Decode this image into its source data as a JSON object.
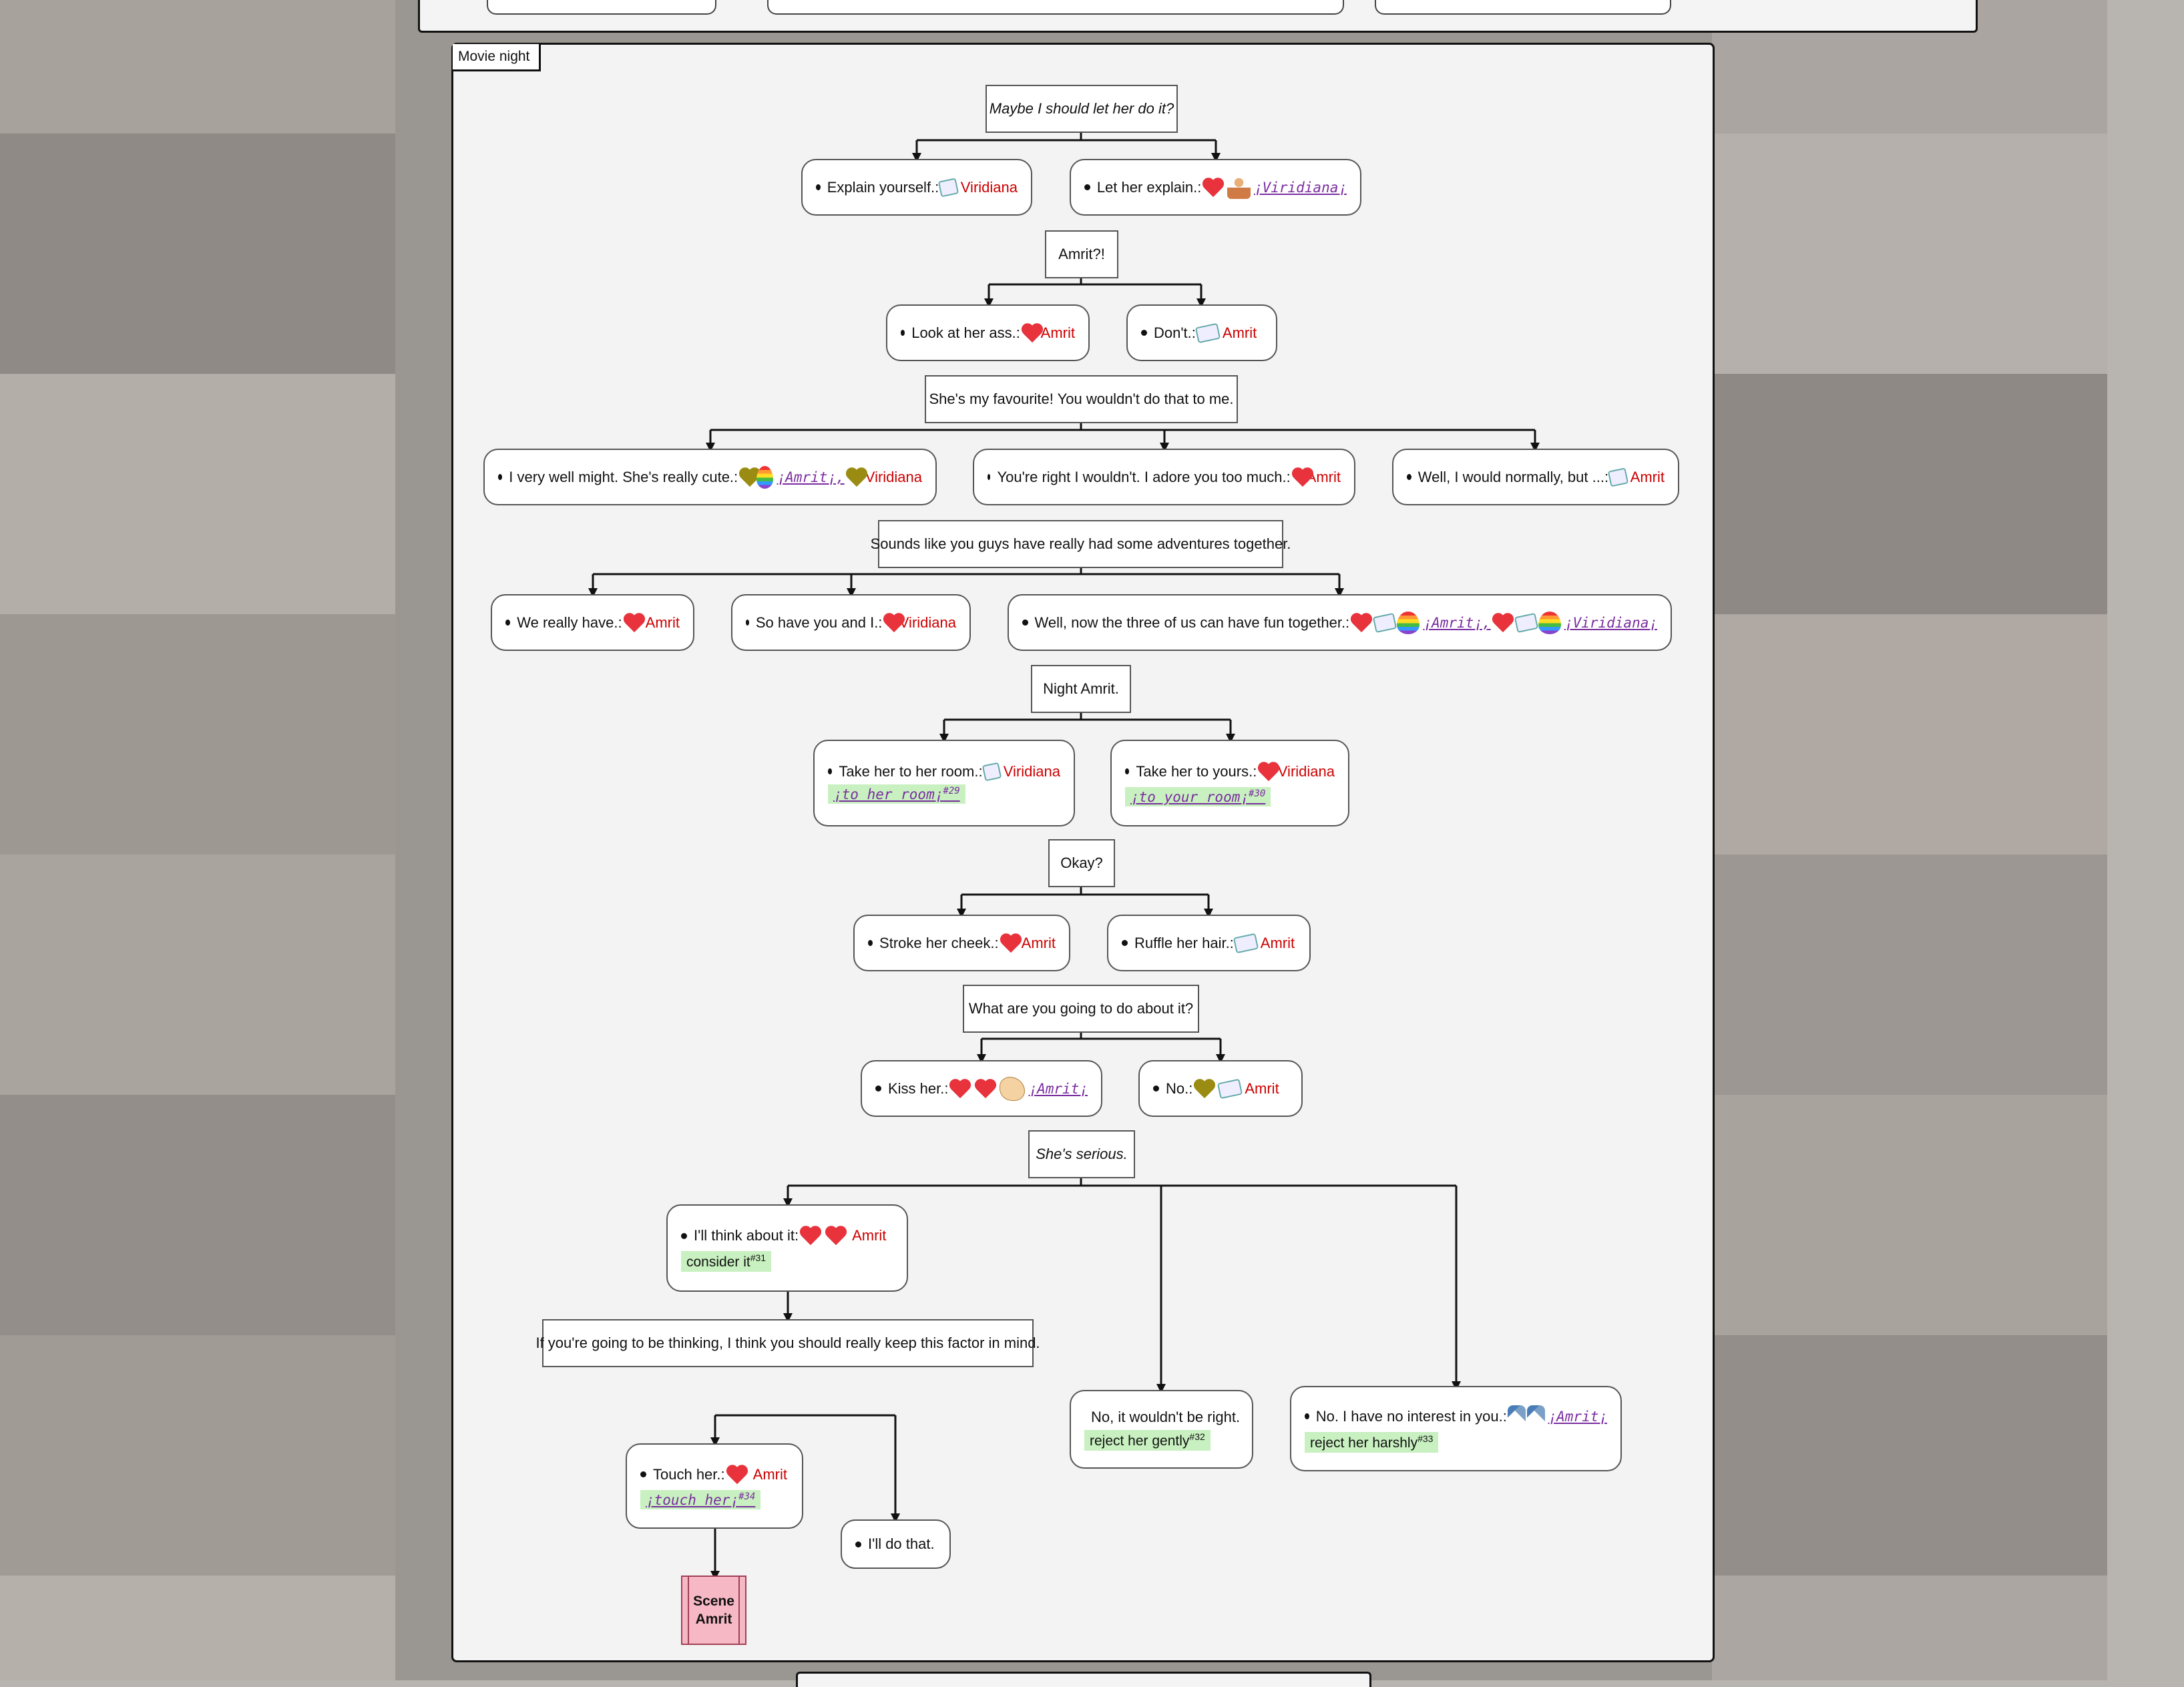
{
  "section_title": "Movie night",
  "prompts": {
    "p1": "Maybe I should let her do it?",
    "p2": "Amrit?!",
    "p3": "She's my favourite! You wouldn't do that to me.",
    "p4": "Sounds like you guys have really had some adventures together.",
    "p5": "Night Amrit.",
    "p6": "Okay?",
    "p7": "What are you going to do about it?",
    "p8": "She's serious.",
    "p9": "If you're going to be thinking, I think you should really keep this factor in mind."
  },
  "choices": {
    "c1": {
      "label": "Explain yourself.:",
      "who": "Viridiana",
      "icons": [
        "handshake-icon"
      ]
    },
    "c2": {
      "label": "Let her explain.:",
      "link": "¡Viridiana¡",
      "icons": [
        "heart-icon",
        "person-icon"
      ]
    },
    "c3": {
      "label": "Look at her ass.:",
      "who": "Amrit",
      "icons": [
        "heart-icon"
      ]
    },
    "c4": {
      "label": "Don't.:",
      "who": "Amrit",
      "icons": [
        "handshake-icon"
      ]
    },
    "c5": {
      "label": "I very well might. She's really cute.:",
      "link": "¡Amrit¡,",
      "who": "Viridiana",
      "icons": [
        "broken-heart-icon",
        "rainbow-heart-icon",
        "broken-heart-icon"
      ]
    },
    "c6": {
      "label": "You're right I wouldn't. I adore you too much.:",
      "who": "Amrit",
      "icons": [
        "heart-icon"
      ]
    },
    "c7": {
      "label": "Well, I would normally, but ...:",
      "who": "Amrit",
      "icons": [
        "handshake-icon"
      ]
    },
    "c8": {
      "label": "We really have.:",
      "who": "Amrit",
      "icons": [
        "heart-icon"
      ]
    },
    "c9": {
      "label": "So have you and I.:",
      "who": "Viridiana",
      "icons": [
        "heart-icon"
      ]
    },
    "c10": {
      "label": "Well, now the three of us can have fun together.:",
      "link1": "¡Amrit¡,",
      "link2": "¡Viridiana¡",
      "icons": [
        "heart-icon",
        "handshake-icon",
        "rainbow-heart-icon",
        "heart-icon",
        "handshake-icon",
        "rainbow-heart-icon"
      ]
    },
    "c11": {
      "label": "Take her to her room.:",
      "who": "Viridiana",
      "tag": "¡to her room¡",
      "num": "#29",
      "icons": [
        "handshake-icon"
      ]
    },
    "c12": {
      "label": "Take her to yours.:",
      "who": "Viridiana",
      "tag": "¡to your room¡",
      "num": "#30",
      "icons": [
        "heart-icon"
      ]
    },
    "c13": {
      "label": "Stroke her cheek.:",
      "who": "Amrit",
      "icons": [
        "heart-icon"
      ]
    },
    "c14": {
      "label": "Ruffle her hair.:",
      "who": "Amrit",
      "icons": [
        "handshake-icon"
      ]
    },
    "c15": {
      "label": "Kiss her.:",
      "link": "¡Amrit¡",
      "icons": [
        "heart-icon",
        "heart-icon",
        "flexed-arm-icon"
      ]
    },
    "c16": {
      "label": "No.:",
      "who": "Amrit",
      "icons": [
        "broken-heart-icon",
        "handshake-icon"
      ]
    },
    "c17": {
      "label": "I'll think about it:",
      "who": "Amrit",
      "tag": "consider it",
      "num": "#31",
      "icons": [
        "heart-icon",
        "heart-icon"
      ]
    },
    "c18": {
      "label": "No, it wouldn't be right.",
      "tag": "reject her gently",
      "num": "#32"
    },
    "c19": {
      "label": "No. I have no interest in you.:",
      "link": "¡Amrit¡",
      "tag": "reject her harshly",
      "num": "#33",
      "icons": [
        "runner-icon",
        "runner-icon"
      ]
    },
    "c20": {
      "label": "Touch her.:",
      "who": "Amrit",
      "tag": "¡touch her¡",
      "num": "#34",
      "icons": [
        "heart-icon"
      ]
    },
    "c21": {
      "label": "I'll do that."
    }
  },
  "scene": {
    "line1": "Scene",
    "line2": "Amrit"
  }
}
